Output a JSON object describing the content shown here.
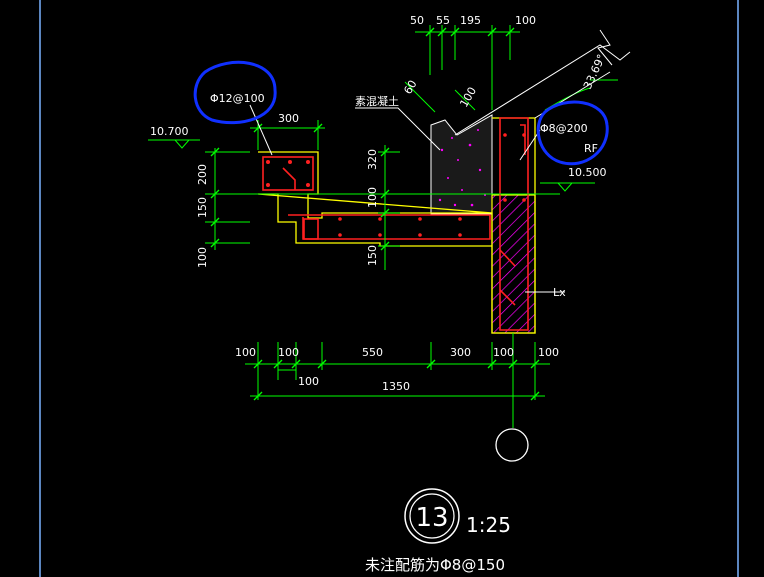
{
  "drawing": {
    "detail_number": "13",
    "scale": "1:25",
    "footnote": "未注配筋为Φ8@150",
    "top_dims": [
      "50",
      "55",
      "195",
      "100"
    ],
    "bottom_dims_row1": [
      "100",
      "100",
      "550",
      "300",
      "100",
      "100"
    ],
    "bottom_dim_row2": "100",
    "total_dim": "1350",
    "left_dims": [
      "200",
      "150",
      "100"
    ],
    "mid_dims": [
      "320",
      "100",
      "150"
    ],
    "dim_300": "300",
    "slope_dims": [
      "60",
      "100"
    ],
    "angle": "33.69°",
    "elev_left": "10.700",
    "elev_right": "10.500",
    "rebar_left": "Φ12@100",
    "rebar_right": "Φ8@200",
    "label_rf": "RF",
    "label_lx": "Lx",
    "label_concrete": "素混凝土"
  },
  "colors": {
    "background": "#000000",
    "dimension": "#00ff00",
    "concrete_outline": "#ffff00",
    "rebar": "#ff2020",
    "hatch": "#ff00ff",
    "markup": "#1030ff",
    "leader": "#ffffff"
  }
}
